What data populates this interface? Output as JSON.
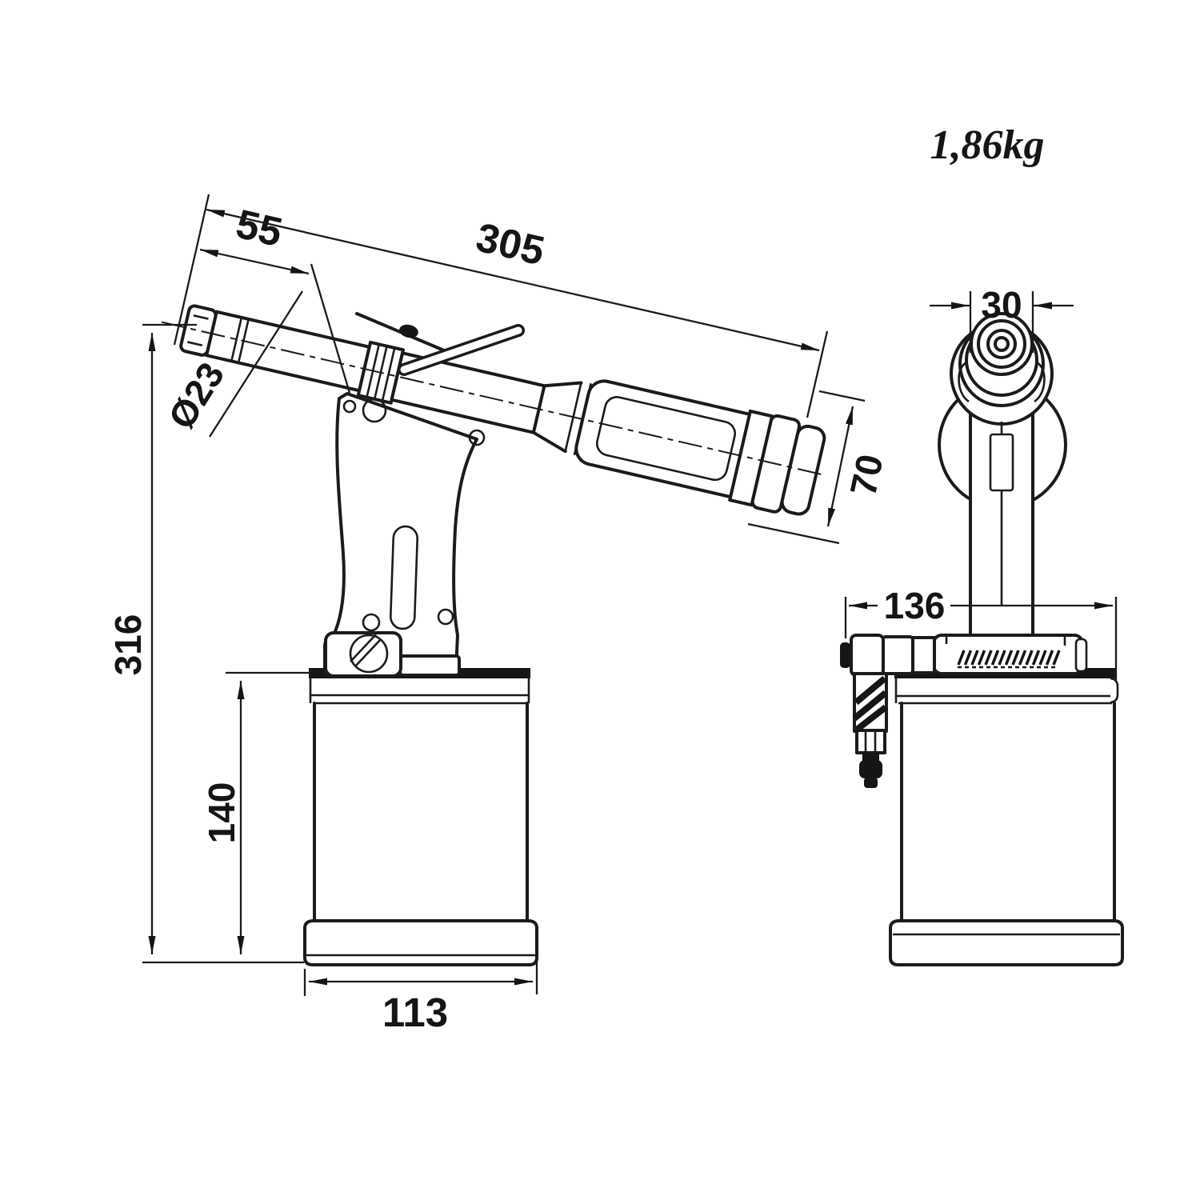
{
  "drawing": {
    "subject": "Pneumatic rivet nut tool - dimensioned two-view technical drawing",
    "weight": "1,86kg",
    "views": [
      {
        "id": "side-view",
        "description": "side view of riveting tool with pistol grip and oil reservoir"
      },
      {
        "id": "front-view",
        "description": "front view of riveting tool with air inlet fitting on reservoir"
      }
    ],
    "dimensions": {
      "nose_length": "55",
      "overall_length": "305",
      "nose_diameter": "Ø23",
      "rear_cap_diameter": "70",
      "overall_height": "316",
      "reservoir_height": "140",
      "reservoir_base_width": "113",
      "head_width": "30",
      "base_depth": "136"
    },
    "colors": {
      "ink": "#1b1b1b",
      "background": "#ffffff"
    }
  }
}
